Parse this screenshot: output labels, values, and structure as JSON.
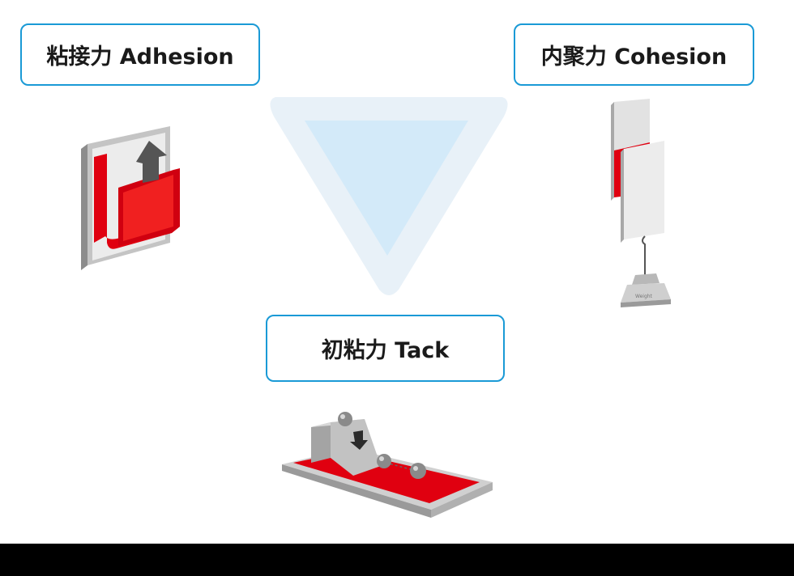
{
  "labels": {
    "adhesion": "粘接力 Adhesion",
    "cohesion": "内聚力 Cohesion",
    "tack": "初粘力 Tack"
  },
  "weight_label": "Weight",
  "colors": {
    "frame_blue": "#1a9ad6",
    "triangle_outer": "#e8f1f8",
    "triangle_inner": "#d3eaf9",
    "tape_red": "#e00010",
    "substrate_grey": "#c8c8c8",
    "bottom_bar": "#000000"
  }
}
